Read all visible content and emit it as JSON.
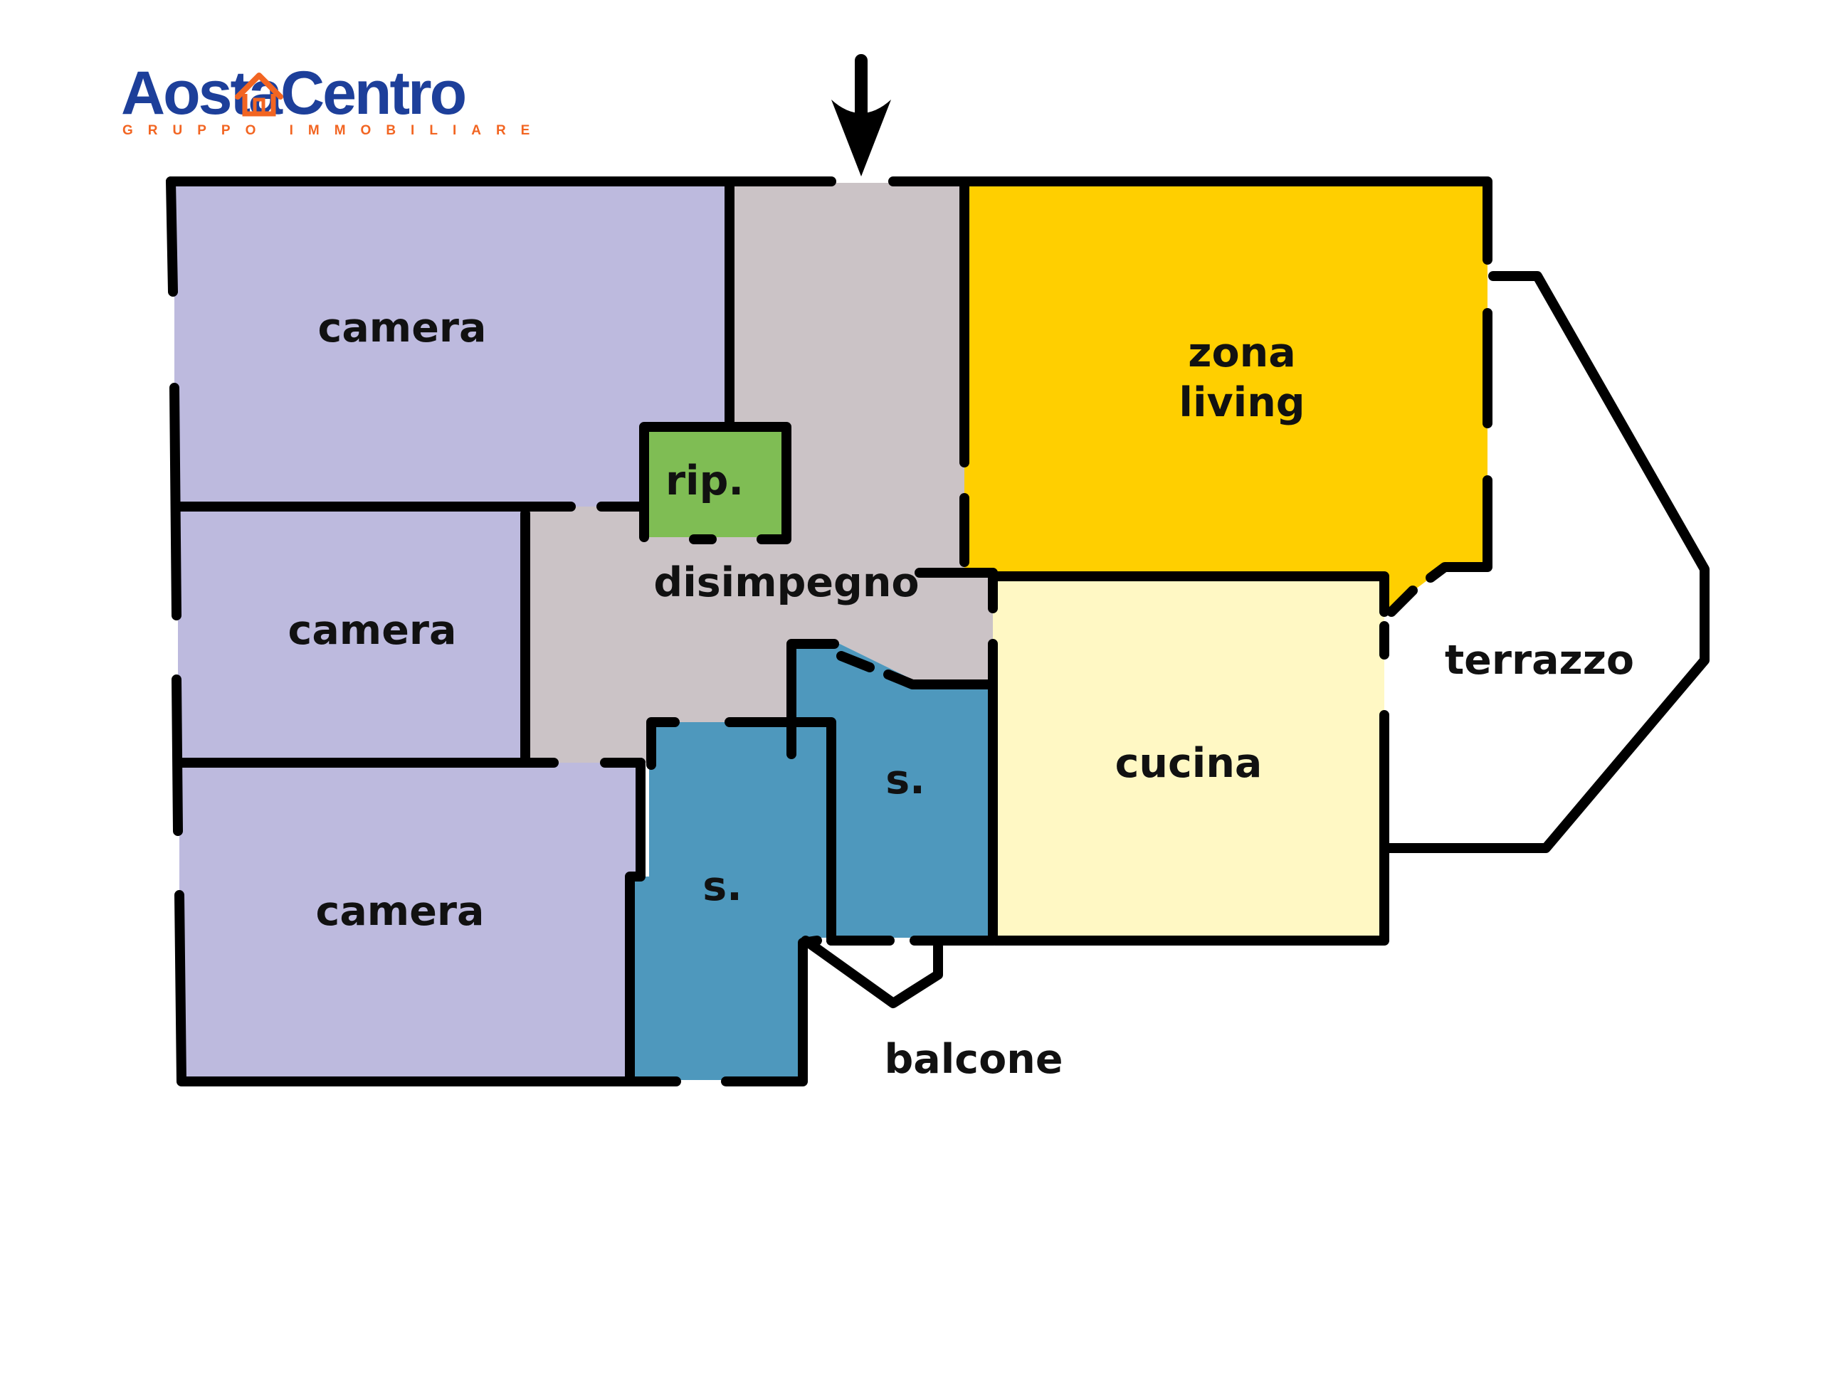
{
  "logo": {
    "brand_left": "Aosta",
    "brand_right": "Centro",
    "tagline": "GRUPPO IMMOBILIARE",
    "brand_color": "#1d3f9a",
    "accent_color": "#f26522",
    "house_icon": "house-icon"
  },
  "entrance": {
    "icon": "arrow-down-icon"
  },
  "rooms": [
    {
      "id": "camera_top",
      "label": "camera",
      "color": "#bdbade"
    },
    {
      "id": "camera_mid",
      "label": "camera",
      "color": "#bdbade"
    },
    {
      "id": "camera_bottom",
      "label": "camera",
      "color": "#bdbade"
    },
    {
      "id": "ripostiglio",
      "label": "rip.",
      "color": "#7fbd54"
    },
    {
      "id": "disimpegno",
      "label": "disimpegno",
      "color": "#cbc3c6"
    },
    {
      "id": "bagno_1",
      "label": "s.",
      "color": "#4e98bd"
    },
    {
      "id": "bagno_2",
      "label": "s.",
      "color": "#4e98bd"
    },
    {
      "id": "zona_living",
      "label_line1": "zona",
      "label_line2": "living",
      "color": "#ffcf00"
    },
    {
      "id": "cucina",
      "label": "cucina",
      "color": "#fff8c4"
    }
  ],
  "outdoor": {
    "terrazzo": "terrazzo",
    "balcone": "balcone"
  },
  "wall_color": "#000000"
}
